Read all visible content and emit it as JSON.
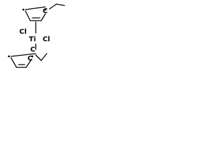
{
  "molecule": {
    "atoms": {
      "c_upper": "C",
      "cl_left": "Cl",
      "ti": "Ti",
      "cl_right": "Cl",
      "c_lower": "C"
    }
  }
}
